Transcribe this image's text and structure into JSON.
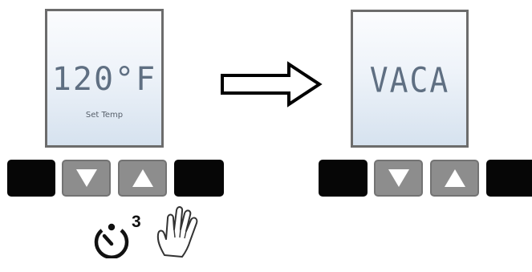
{
  "left_display": {
    "reading": "120°F",
    "label": "Set Temp"
  },
  "right_display": {
    "reading": "VACA"
  },
  "hold_count": "3",
  "icons": {
    "transition": "right-arrow-icon",
    "hold": "timer-icon",
    "press": "hand-pointer-icon",
    "down": "down-triangle-icon",
    "up": "up-triangle-icon"
  },
  "colors": {
    "display_text": "#5f6f82",
    "button_black": "#060606",
    "button_gray": "#8d8d8d"
  }
}
